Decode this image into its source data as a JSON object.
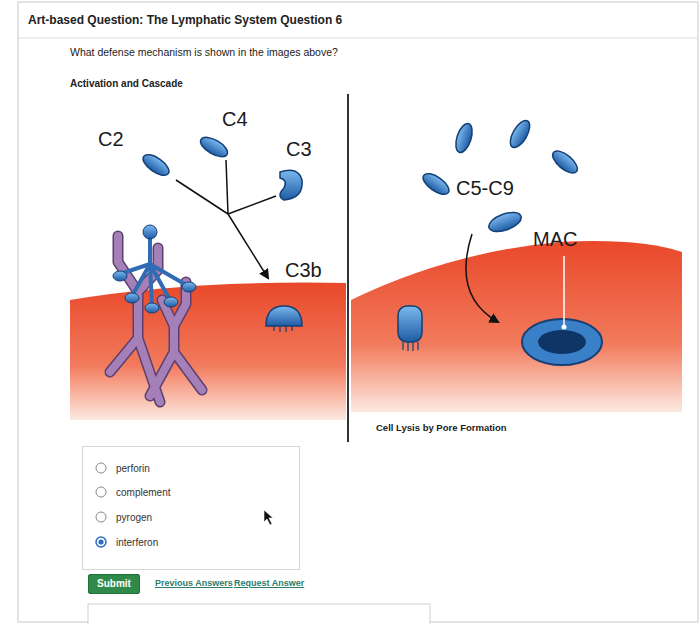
{
  "diagram": {
    "title": "Art-based Question: The Lymphatic System Question 6",
    "nodes": [
      {
        "text": [
          "perforin",
          "complement",
          "pyrogen",
          "interferon"
        ]
      },
      {
        "text": [
          "Submit"
        ]
      }
    ],
    "labels": [
      "What defense mechanism is shown in the images above?",
      "Activation and Cascade",
      "C2",
      "C4",
      "C3",
      "C3b",
      "C5-C9",
      "MAC",
      "Cell Lysis by Pore Formation",
      "Previous Answers",
      "Request Answer"
    ]
  }
}
